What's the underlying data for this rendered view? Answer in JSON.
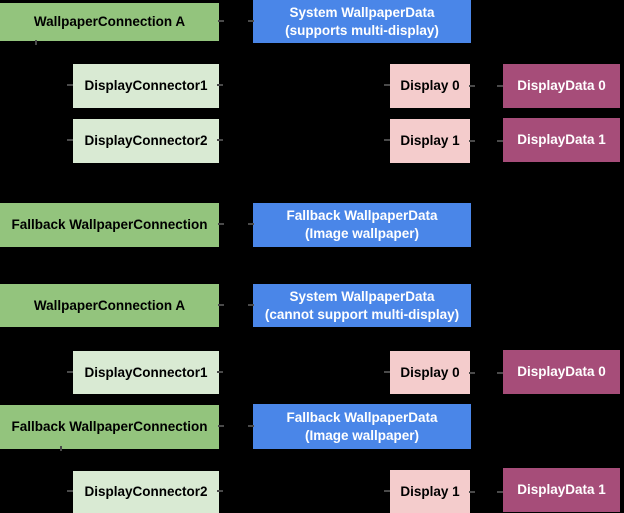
{
  "colors": {
    "background": "#000000",
    "connection_green": "#93c47d",
    "connector_light_green": "#d9ead3",
    "wallpaper_data_blue": "#4a86e8",
    "display_pink": "#f4cccc",
    "display_data_magenta": "#a64d79",
    "text_on_light": "#000000",
    "text_on_dark": "#ffffff"
  },
  "diagram": {
    "scenario_multi_display": {
      "wallpaper_connection": "WallpaperConnection A",
      "system_wallpaper_data_line1": "System WallpaperData",
      "system_wallpaper_data_line2": "(supports multi-display)",
      "display_connector_1": "DisplayConnector1",
      "display_0": "Display 0",
      "display_data_0": "DisplayData 0",
      "display_connector_2": "DisplayConnector2",
      "display_1": "Display 1",
      "display_data_1": "DisplayData 1"
    },
    "scenario_fallback": {
      "fallback_wallpaper_connection": "Fallback WallpaperConnection",
      "fallback_wallpaper_data_line1": "Fallback WallpaperData",
      "fallback_wallpaper_data_line2": "(Image wallpaper)"
    },
    "scenario_single_display": {
      "wallpaper_connection": "WallpaperConnection A",
      "system_wallpaper_data_line1": "System WallpaperData",
      "system_wallpaper_data_line2": "(cannot support multi-display)",
      "display_connector_1": "DisplayConnector1",
      "display_0": "Display 0",
      "display_data_0": "DisplayData 0",
      "fallback_wallpaper_connection": "Fallback WallpaperConnection",
      "fallback_wallpaper_data_line1": "Fallback WallpaperData",
      "fallback_wallpaper_data_line2": "(Image wallpaper)",
      "display_connector_2": "DisplayConnector2",
      "display_1": "Display 1",
      "display_data_1": "DisplayData 1"
    }
  }
}
